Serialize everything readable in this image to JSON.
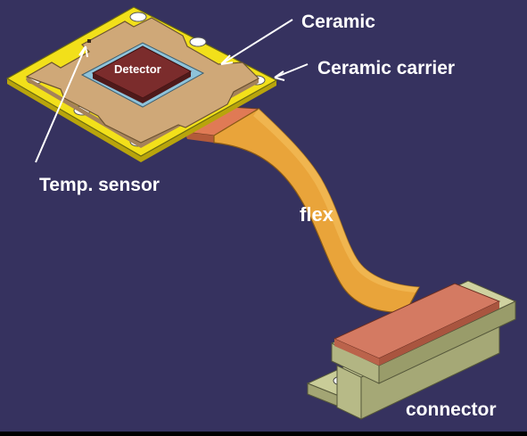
{
  "labels": {
    "ceramic": "Ceramic",
    "ceramic_carrier": "Ceramic carrier",
    "detector": "Detector",
    "temp_sensor": "Temp. sensor",
    "flex": "flex",
    "connector": "connector"
  },
  "colors": {
    "background": "#36325f",
    "carrier_gold": "#f2e01a",
    "ceramic_tan": "#cfa878",
    "detector_frame": "#8ec3da",
    "detector": "#7b2c2c",
    "flex_orange": "#e9a43a",
    "connector_olive": "#c9cc98",
    "connector_top": "#d47a62",
    "callout_text": "#ffffff"
  }
}
